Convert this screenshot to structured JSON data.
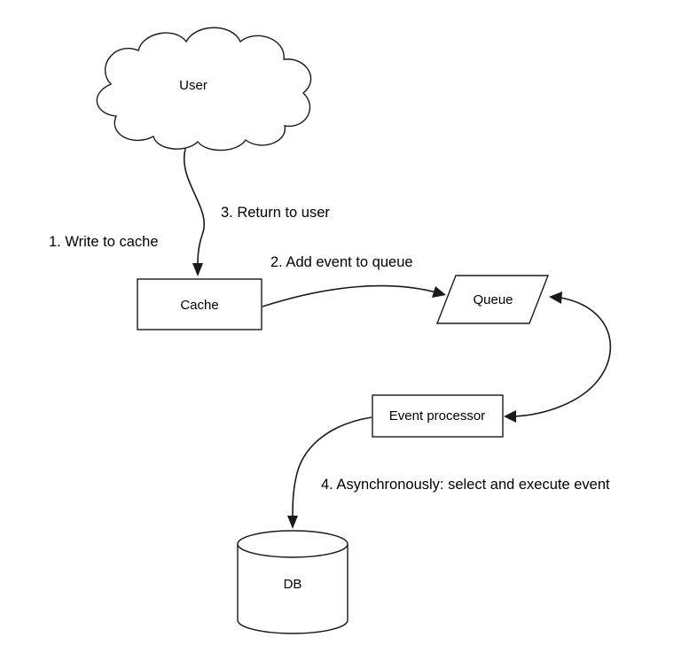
{
  "diagram": {
    "type": "flow-diagram",
    "subject": "write-back cache with asynchronous queue processing",
    "nodes": {
      "user": "User",
      "cache": "Cache",
      "queue": "Queue",
      "event_processor": "Event processor",
      "db": "DB"
    },
    "labels": {
      "step1": "1. Write to cache",
      "step2": "2. Add event to queue",
      "step3": "3. Return to user",
      "step4": "4. Asynchronously: select and execute event"
    },
    "edges": [
      {
        "from": "user",
        "to": "cache",
        "label": "1. Write to cache / 3. Return to user"
      },
      {
        "from": "cache",
        "to": "queue",
        "label": "2. Add event to queue"
      },
      {
        "from": "queue",
        "to": "event_processor",
        "label": ""
      },
      {
        "from": "event_processor",
        "to": "db",
        "label": "4. Asynchronously: select and execute event"
      }
    ],
    "colors": {
      "background": "#ffffff",
      "shape_fill": "#ffffff",
      "stroke": "#1a1a1a",
      "text": "#000000"
    }
  }
}
